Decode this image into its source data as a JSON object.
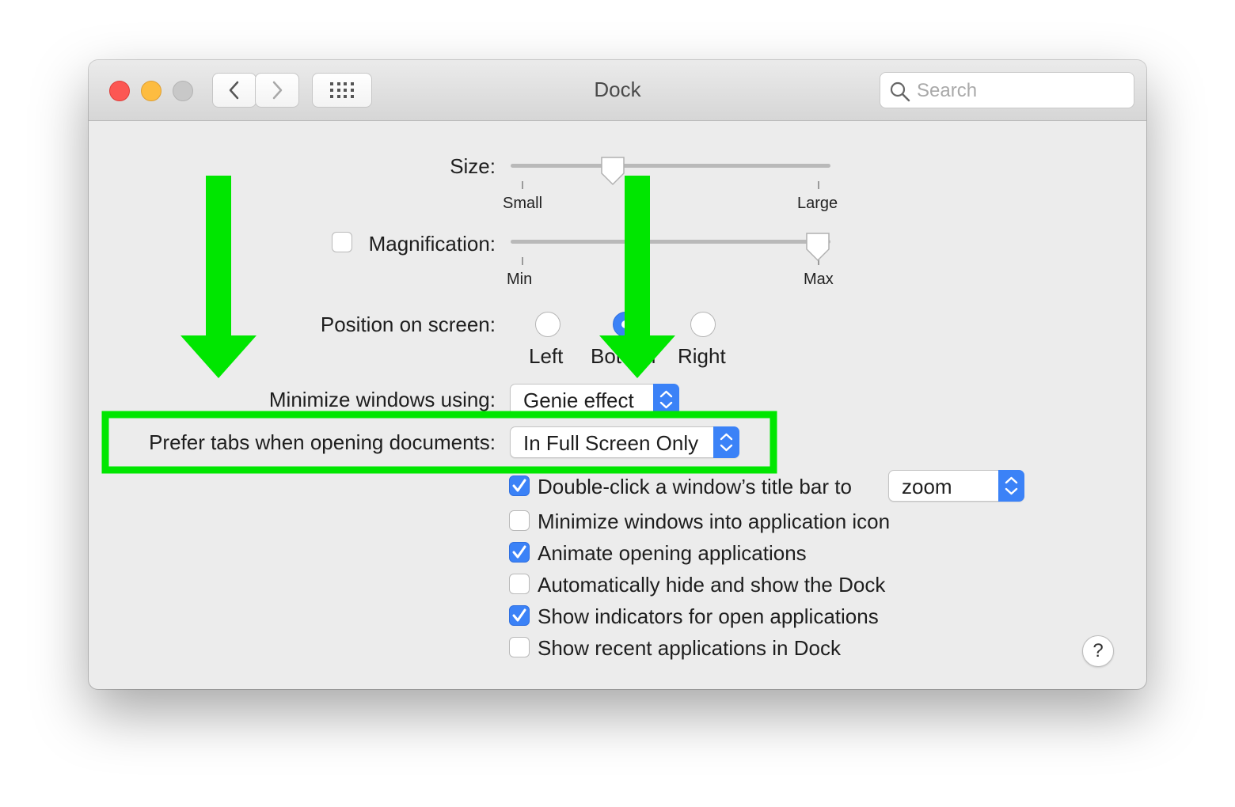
{
  "window": {
    "title": "Dock",
    "search_placeholder": "Search"
  },
  "size": {
    "label": "Size:",
    "min_label": "Small",
    "max_label": "Large",
    "value_fraction": 0.32
  },
  "magnification": {
    "label": "Magnification:",
    "checked": false,
    "min_label": "Min",
    "max_label": "Max",
    "value_fraction": 0.96
  },
  "position": {
    "label": "Position on screen:",
    "options": [
      "Left",
      "Bottom",
      "Right"
    ],
    "selected": "Bottom"
  },
  "minimize": {
    "label": "Minimize windows using:",
    "value": "Genie effect"
  },
  "prefer_tabs": {
    "label": "Prefer tabs when opening documents:",
    "value": "In Full Screen Only"
  },
  "double_click": {
    "label": "Double-click a window’s title bar to",
    "checked": true,
    "value": "zoom"
  },
  "options": [
    {
      "label": "Minimize windows into application icon",
      "checked": false
    },
    {
      "label": "Animate opening applications",
      "checked": true
    },
    {
      "label": "Automatically hide and show the Dock",
      "checked": false
    },
    {
      "label": "Show indicators for open applications",
      "checked": true
    },
    {
      "label": "Show recent applications in Dock",
      "checked": false
    }
  ],
  "help_label": "?",
  "colors": {
    "accent": "#3b82f7",
    "annotation": "#00e600"
  }
}
